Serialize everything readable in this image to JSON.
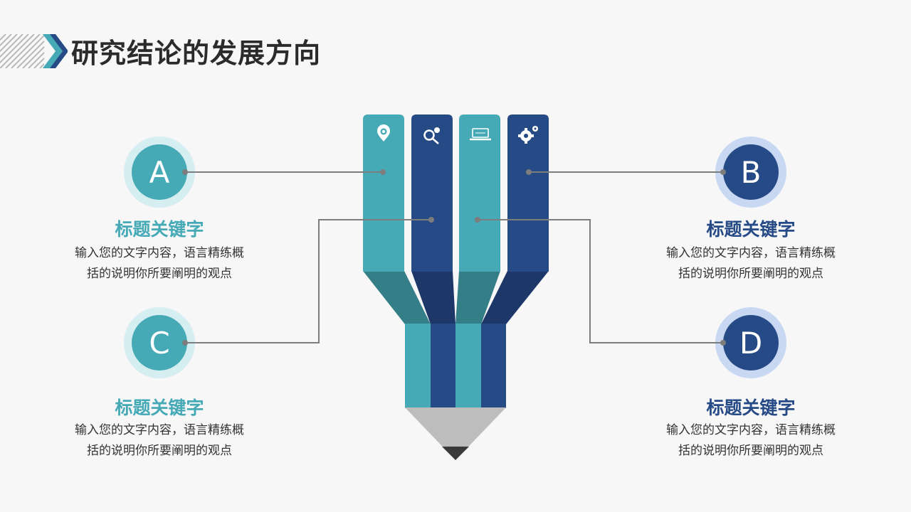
{
  "page": {
    "title": "研究结论的发展方向"
  },
  "colors": {
    "teal": "#45a9b6",
    "navy": "#264a86",
    "teal_dark": "#347f87",
    "navy_dark": "#1d3868",
    "connector": "#7d7d7d",
    "tip": "#bdbdbd",
    "lead": "#3a3a3a"
  },
  "icons": [
    "location-pin-icon",
    "search-icon",
    "laptop-icon",
    "gears-icon"
  ],
  "items": [
    {
      "letter": "A",
      "title": "标题关键字",
      "desc_line1": "输入您的文字内容，语言精练概",
      "desc_line2": "括的说明你所要阐明的观点",
      "color": "teal"
    },
    {
      "letter": "B",
      "title": "标题关键字",
      "desc_line1": "输入您的文字内容，语言精练概",
      "desc_line2": "括的说明你所要阐明的观点",
      "color": "navy"
    },
    {
      "letter": "C",
      "title": "标题关键字",
      "desc_line1": "输入您的文字内容，语言精练概",
      "desc_line2": "括的说明你所要阐明的观点",
      "color": "teal"
    },
    {
      "letter": "D",
      "title": "标题关键字",
      "desc_line1": "输入您的文字内容，语言精练概",
      "desc_line2": "括的说明你所要阐明的观点",
      "color": "navy"
    }
  ]
}
